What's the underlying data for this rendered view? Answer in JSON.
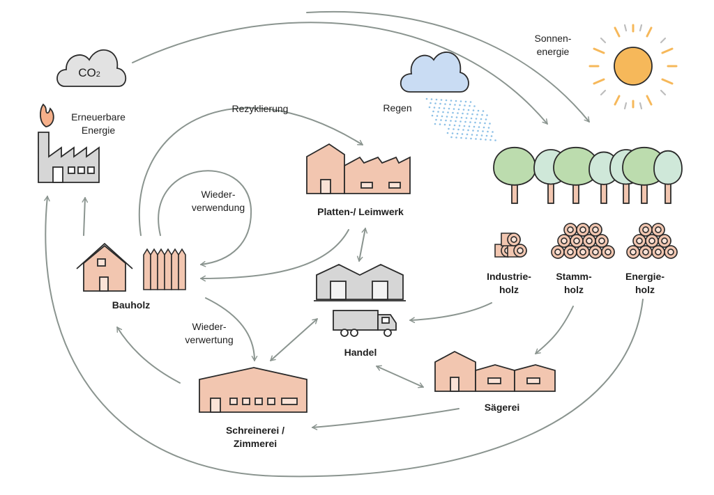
{
  "co2": {
    "main": "CO",
    "sub": "2"
  },
  "labels": {
    "sonnenenergie": [
      "Sonnen-",
      "energie"
    ],
    "regen": "Regen",
    "erneuerbare": [
      "Erneuerbare",
      "Energie"
    ],
    "rezyklierung": "Rezyklierung",
    "wiederverwendung": [
      "Wieder-",
      "verwendung"
    ],
    "platten": "Platten-/ Leimwerk",
    "industrieholz": [
      "Industrie-",
      "holz"
    ],
    "stammholz": [
      "Stamm-",
      "holz"
    ],
    "energieholz": [
      "Energie-",
      "holz"
    ],
    "bauholz": "Bauholz",
    "wiederverwertung": [
      "Wieder-",
      "verwertung"
    ],
    "handel": "Handel",
    "saegerei": "Sägerei",
    "schreinerei": [
      "Schreinerei /",
      "Zimmerei"
    ]
  },
  "colors": {
    "arrow": "#8a948f",
    "building": "#f2c6b0",
    "outline": "#2a2a2a",
    "grey": "#d6d6d6",
    "tree": "#bcdcae",
    "tree_alt": "#cfe8d9",
    "sun": "#f6b85a",
    "cloud_blue": "#c9dcf3",
    "rain": "#8cc0e6"
  }
}
